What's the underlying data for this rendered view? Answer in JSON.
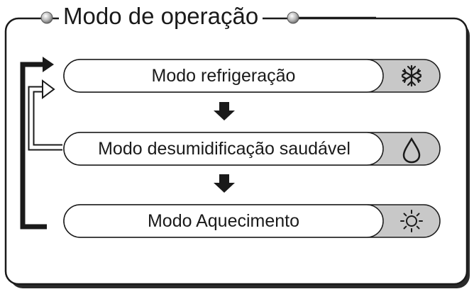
{
  "title": "Modo de operação",
  "modes": [
    {
      "label": "Modo refrigeração",
      "icon": "snowflake-icon"
    },
    {
      "label": "Modo desumidificação saudável",
      "icon": "water-drop-icon"
    },
    {
      "label": "Modo Aquecimento",
      "icon": "sun-icon"
    }
  ],
  "colors": {
    "stroke": "#1a1a1a",
    "icon_panel": "#c8c8c8",
    "bullet": "#8a8a8a"
  }
}
